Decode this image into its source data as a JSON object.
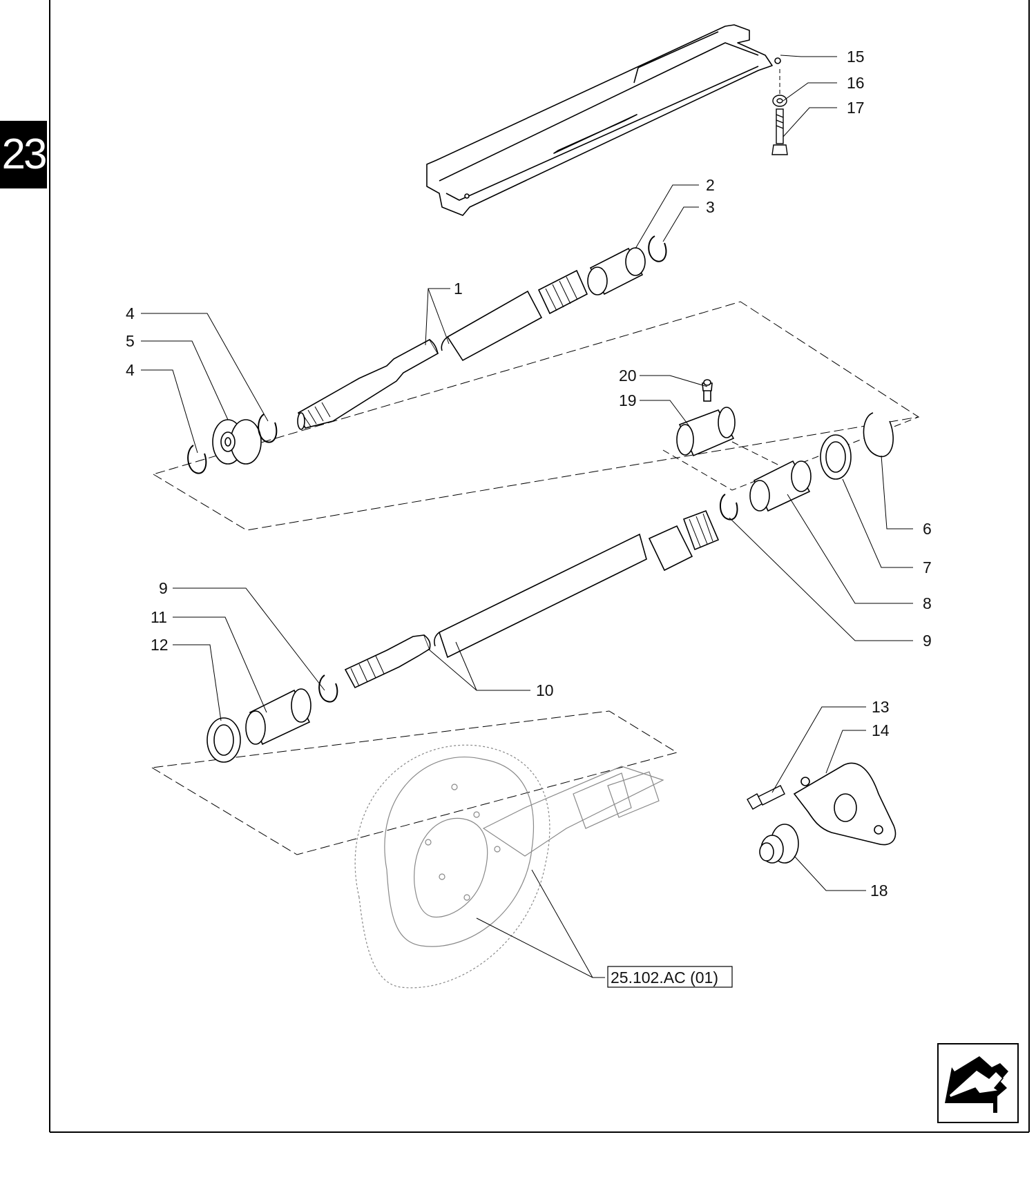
{
  "section_tab": "23",
  "callouts": [
    {
      "id": "c15",
      "label": "15"
    },
    {
      "id": "c16",
      "label": "16"
    },
    {
      "id": "c17",
      "label": "17"
    },
    {
      "id": "c2",
      "label": "2"
    },
    {
      "id": "c3",
      "label": "3"
    },
    {
      "id": "c1",
      "label": "1"
    },
    {
      "id": "c4a",
      "label": "4"
    },
    {
      "id": "c5",
      "label": "5"
    },
    {
      "id": "c4b",
      "label": "4"
    },
    {
      "id": "c20",
      "label": "20"
    },
    {
      "id": "c19",
      "label": "19"
    },
    {
      "id": "c6",
      "label": "6"
    },
    {
      "id": "c7",
      "label": "7"
    },
    {
      "id": "c8",
      "label": "8"
    },
    {
      "id": "c9b",
      "label": "9"
    },
    {
      "id": "c9a",
      "label": "9"
    },
    {
      "id": "c11",
      "label": "11"
    },
    {
      "id": "c12",
      "label": "12"
    },
    {
      "id": "c10",
      "label": "10"
    },
    {
      "id": "c13",
      "label": "13"
    },
    {
      "id": "c14",
      "label": "14"
    },
    {
      "id": "c18",
      "label": "18"
    }
  ],
  "reference": {
    "label": "25.102.AC (01)"
  },
  "nav_icon": "previous-page-arrow-icon"
}
